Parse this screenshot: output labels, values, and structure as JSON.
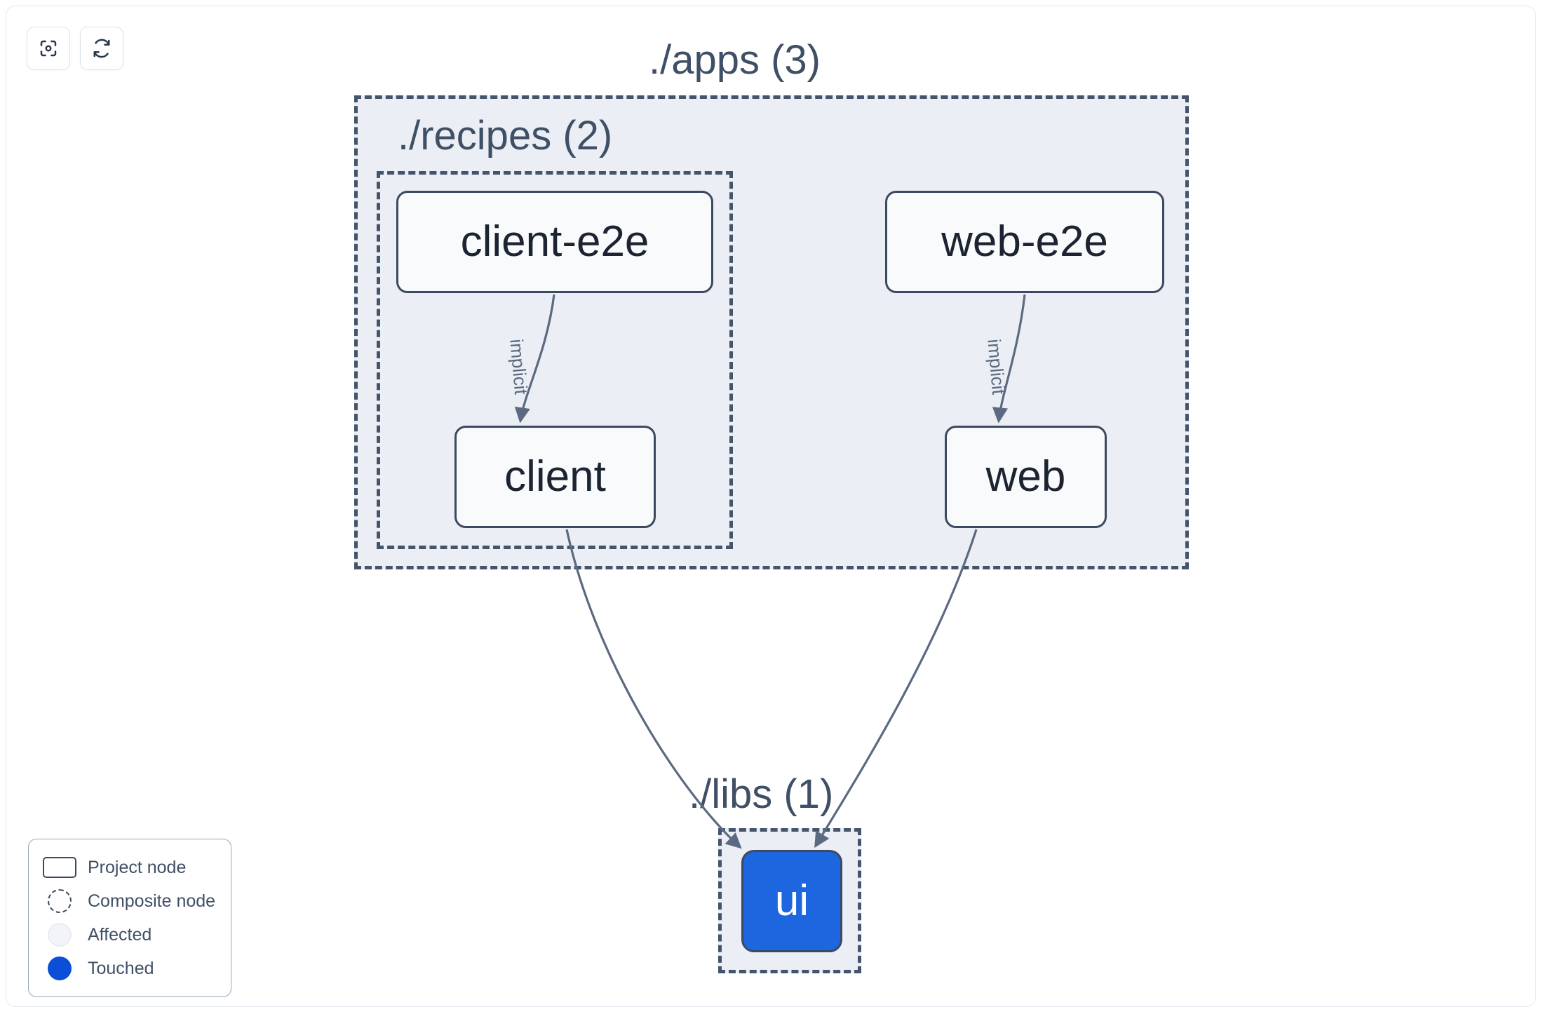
{
  "toolbar": {
    "buttons": [
      {
        "name": "focus-graph-button",
        "icon": "focus-target-icon",
        "label": ""
      },
      {
        "name": "refresh-graph-button",
        "icon": "refresh-icon",
        "label": ""
      }
    ]
  },
  "graph": {
    "groups": [
      {
        "id": "apps",
        "label": "./apps (3)",
        "count": 3
      },
      {
        "id": "recipes",
        "label": "./recipes (2)",
        "count": 2
      },
      {
        "id": "libs",
        "label": "./libs (1)",
        "count": 1
      }
    ],
    "nodes": [
      {
        "id": "client-e2e",
        "label": "client-e2e",
        "state": "project",
        "group": "recipes"
      },
      {
        "id": "web-e2e",
        "label": "web-e2e",
        "state": "project",
        "group": "apps"
      },
      {
        "id": "client",
        "label": "client",
        "state": "project",
        "group": "recipes"
      },
      {
        "id": "web",
        "label": "web",
        "state": "project",
        "group": "apps"
      },
      {
        "id": "ui",
        "label": "ui",
        "state": "touched",
        "group": "libs"
      }
    ],
    "edges": [
      {
        "from": "client-e2e",
        "to": "client",
        "label": "implicit"
      },
      {
        "from": "web-e2e",
        "to": "web",
        "label": "implicit"
      },
      {
        "from": "client",
        "to": "ui",
        "label": ""
      },
      {
        "from": "web",
        "to": "ui",
        "label": ""
      }
    ]
  },
  "legend": {
    "items": [
      {
        "swatch": "project-node-swatch",
        "label": "Project node"
      },
      {
        "swatch": "composite-node-swatch",
        "label": "Composite node"
      },
      {
        "swatch": "affected-swatch",
        "label": "Affected"
      },
      {
        "swatch": "touched-swatch",
        "label": "Touched"
      }
    ]
  },
  "colors": {
    "group_fill": "#ebeff5",
    "group_border": "#44546b",
    "node_fill": "#f8fafb",
    "node_border": "#3b4a5f",
    "touched": "#1e66e0",
    "edge": "#5b6a80",
    "text": "#1b2430"
  }
}
